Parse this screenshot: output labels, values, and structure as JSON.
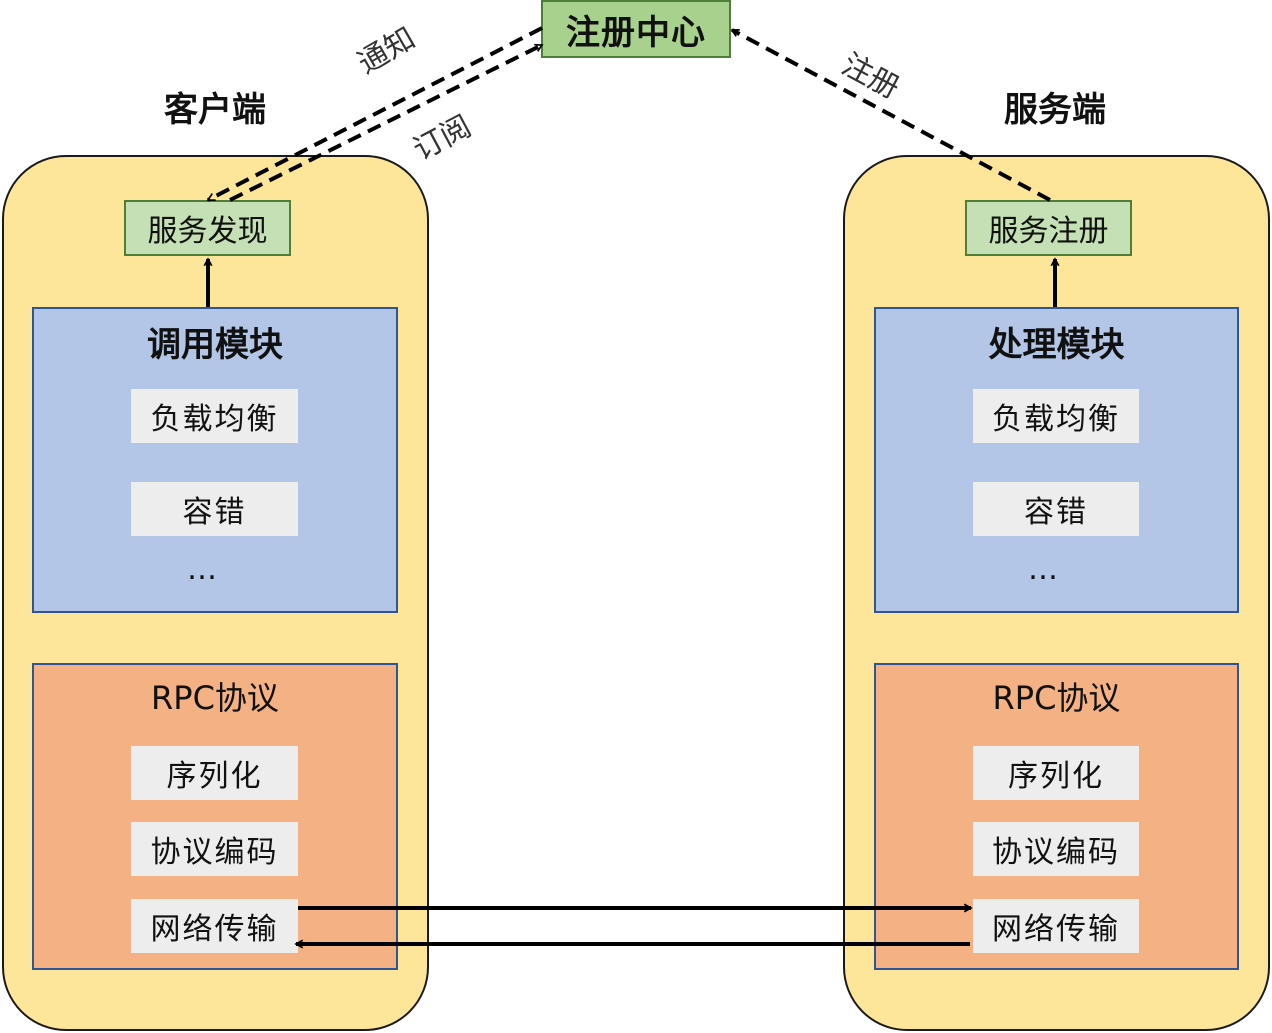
{
  "registry": {
    "label": "注册中心"
  },
  "client": {
    "title": "客户端",
    "discovery": "服务发现",
    "module": {
      "title": "调用模块",
      "items": [
        "负载均衡",
        "容错"
      ],
      "more": "…"
    },
    "protocol": {
      "title": "RPC协议",
      "items": [
        "序列化",
        "协议编码",
        "网络传输"
      ]
    }
  },
  "server": {
    "title": "服务端",
    "registration": "服务注册",
    "module": {
      "title": "处理模块",
      "items": [
        "负载均衡",
        "容错"
      ],
      "more": "…"
    },
    "protocol": {
      "title": "RPC协议",
      "items": [
        "序列化",
        "协议编码",
        "网络传输"
      ]
    }
  },
  "edges": {
    "notify": "通知",
    "subscribe": "订阅",
    "register": "注册"
  }
}
